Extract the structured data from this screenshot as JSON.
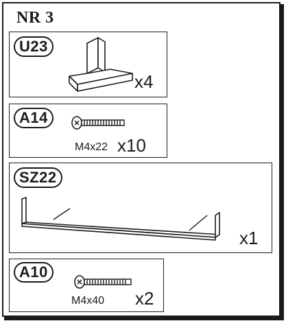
{
  "sheet": {
    "title": "NR 3"
  },
  "parts": [
    {
      "code": "U23",
      "quantity": "x4",
      "size": "",
      "icon": "corner-bracket-icon"
    },
    {
      "code": "A14",
      "quantity": "x10",
      "size": "M4x22",
      "icon": "screw-icon"
    },
    {
      "code": "SZ22",
      "quantity": "x1",
      "size": "",
      "icon": "rail-icon"
    },
    {
      "code": "A10",
      "quantity": "x2",
      "size": "M4x40",
      "icon": "screw-icon"
    }
  ]
}
